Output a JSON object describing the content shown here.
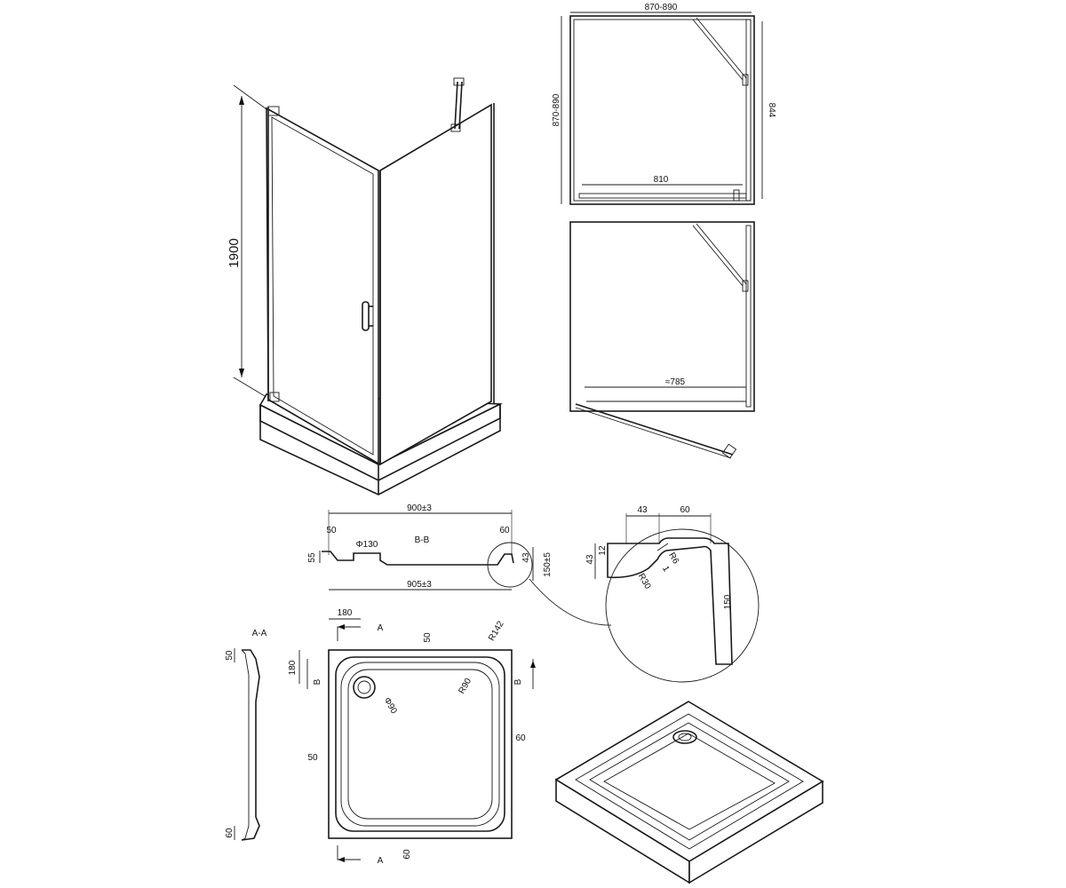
{
  "enclosure": {
    "height_label": "1900"
  },
  "plan_closed": {
    "width_label": "870-890",
    "depth_label": "870-890",
    "side_label": "844",
    "door_label": "810"
  },
  "plan_open": {
    "door_label": "≈785"
  },
  "section_bb": {
    "title": "B-B",
    "top_width": "900±3",
    "bottom_width": "905±3",
    "left_rim": "50",
    "right_rim": "60",
    "left_height": "55",
    "drain": "Φ130",
    "right_step": "43",
    "total_height": "150±5"
  },
  "detail": {
    "d43_top": "43",
    "d60": "60",
    "d12": "12",
    "d43_side": "43",
    "r6": "R6",
    "r30": "R30",
    "d1": "1",
    "d150": "150"
  },
  "section_aa": {
    "title": "A-A",
    "top": "50",
    "bottom": "60"
  },
  "tray_plan": {
    "d180_top": "180",
    "d180_side": "180",
    "d50_top": "50",
    "r142": "R142",
    "r90": "R90",
    "phi90": "Φ90",
    "d60_right": "60",
    "d50_left": "50",
    "d60_bottom": "60",
    "cut_a": "A",
    "cut_a_bottom": "A",
    "cut_b": "B",
    "cut_b_right": "B"
  }
}
